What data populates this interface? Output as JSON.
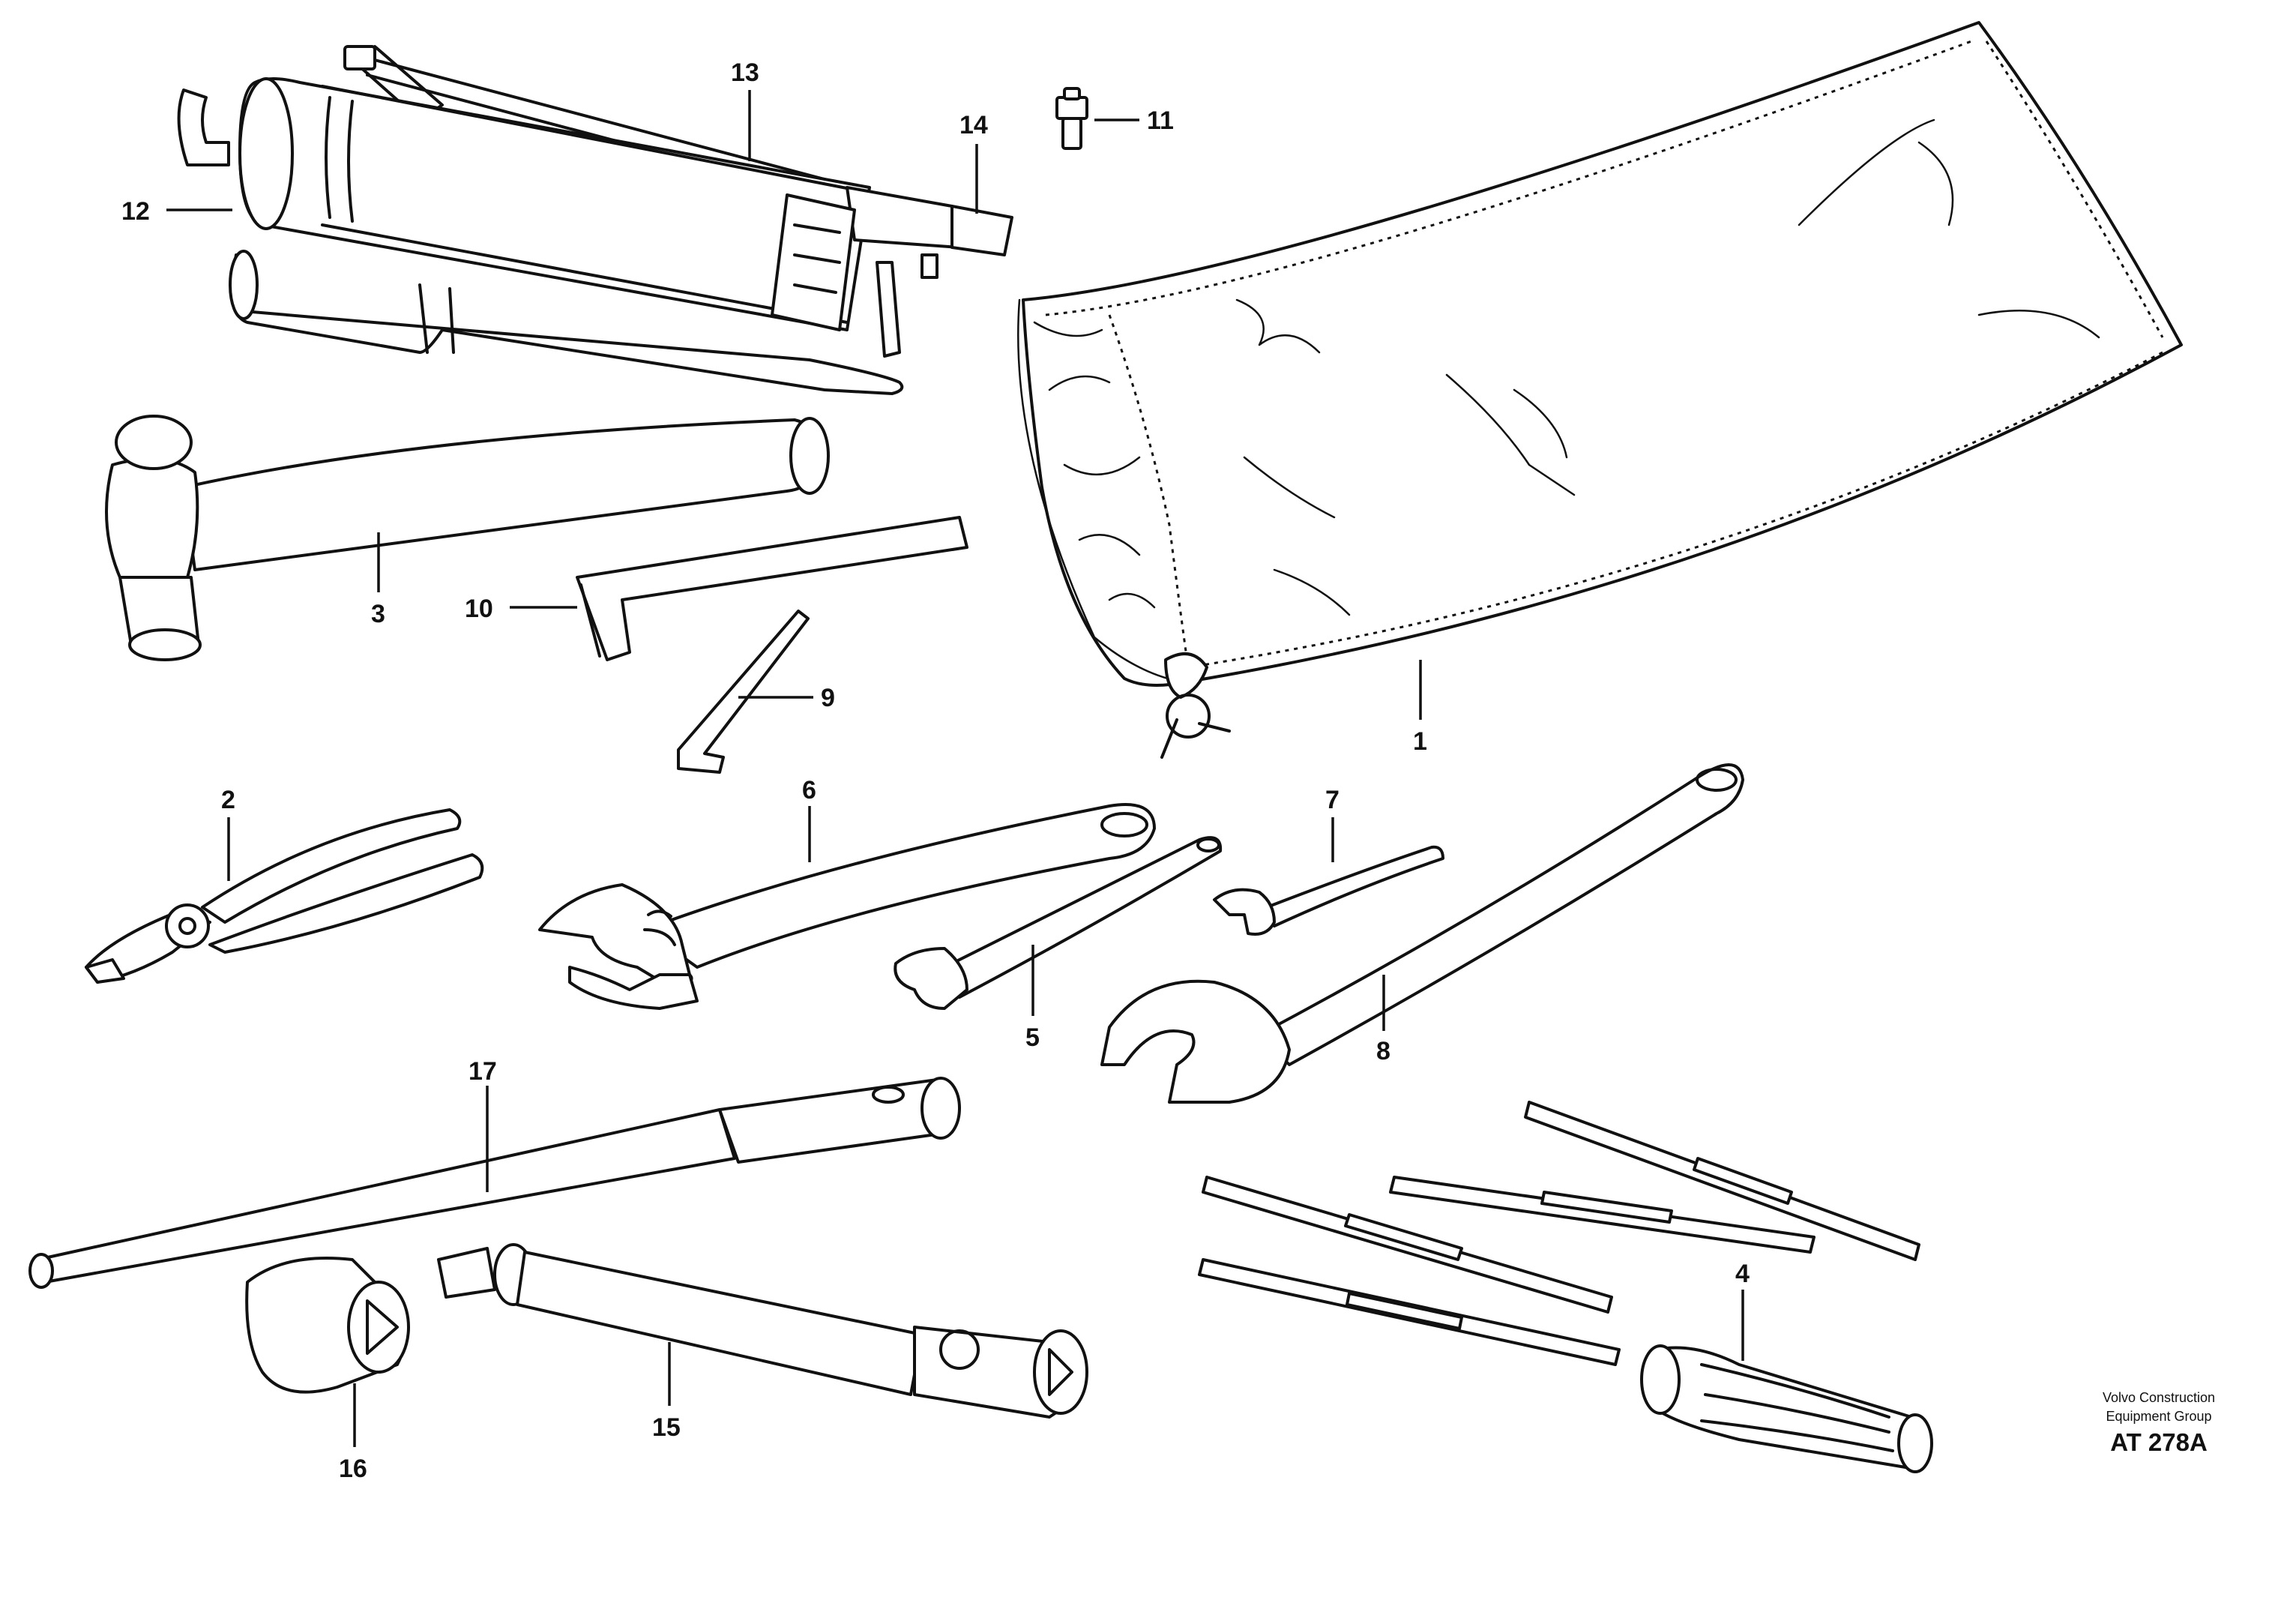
{
  "callouts": {
    "c1": "1",
    "c2": "2",
    "c3": "3",
    "c4": "4",
    "c5": "5",
    "c6": "6",
    "c7": "7",
    "c8": "8",
    "c9": "9",
    "c10": "10",
    "c11": "11",
    "c12": "12",
    "c13": "13",
    "c14": "14",
    "c15": "15",
    "c16": "16",
    "c17": "17"
  },
  "credit": {
    "line1": "Volvo Construction",
    "line2": "Equipment Group",
    "code": "AT 278A"
  }
}
